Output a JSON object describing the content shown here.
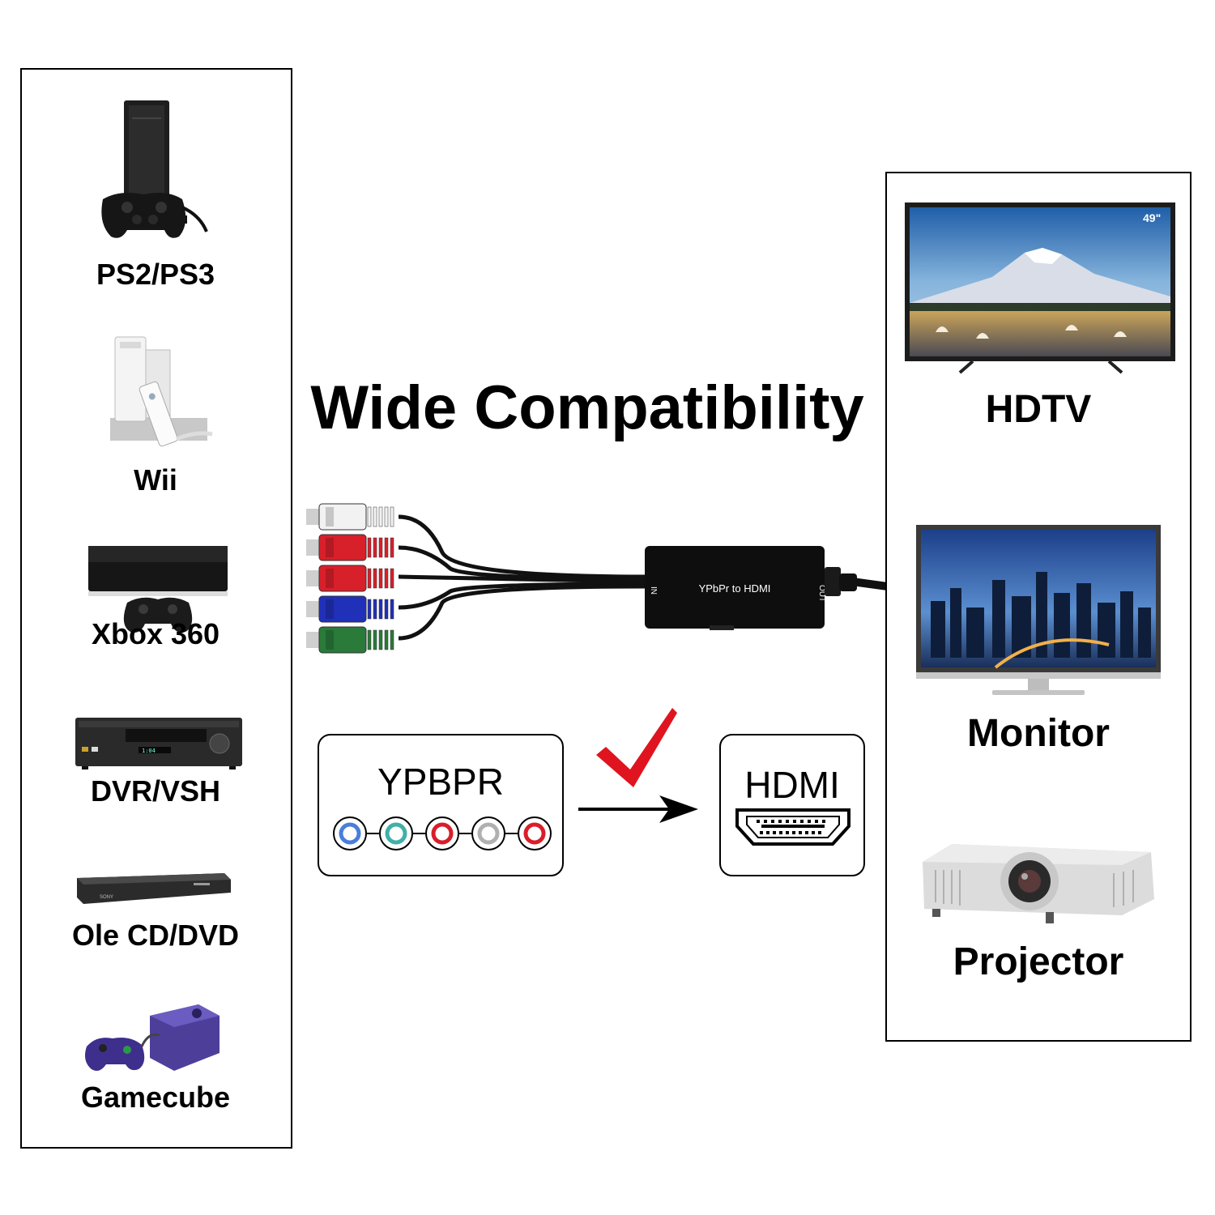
{
  "title": "Wide Compatibility",
  "sources": [
    {
      "label": "PS2/PS3",
      "icon": "ps2-ps3-console-icon"
    },
    {
      "label": "Wii",
      "icon": "wii-console-icon"
    },
    {
      "label": "Xbox 360",
      "icon": "xbox-console-icon"
    },
    {
      "label": "DVR/VSH",
      "icon": "vcr-player-icon"
    },
    {
      "label": "Ole CD/DVD",
      "icon": "dvd-player-icon"
    },
    {
      "label": "Gamecube",
      "icon": "gamecube-console-icon"
    }
  ],
  "outputs": [
    {
      "label": "HDTV",
      "icon": "hdtv-icon",
      "badge": "49\""
    },
    {
      "label": "Monitor",
      "icon": "monitor-icon"
    },
    {
      "label": "Projector",
      "icon": "projector-icon"
    }
  ],
  "adapter": {
    "label": "YPbPr to HDMI",
    "in_label": "IN",
    "out_label": "OUT",
    "plug_colors": [
      "#f2f2f2",
      "#d8202a",
      "#d8202a",
      "#2030b8",
      "#2a7a3a"
    ]
  },
  "input_box": {
    "label": "YPBPR",
    "port_colors": [
      "#4a7fd8",
      "#40b0a8",
      "#d81e2a",
      "#b0b0b0",
      "#d81e2a"
    ]
  },
  "output_box": {
    "label": "HDMI"
  },
  "colors": {
    "check": "#e0141e",
    "border": "#000000"
  }
}
